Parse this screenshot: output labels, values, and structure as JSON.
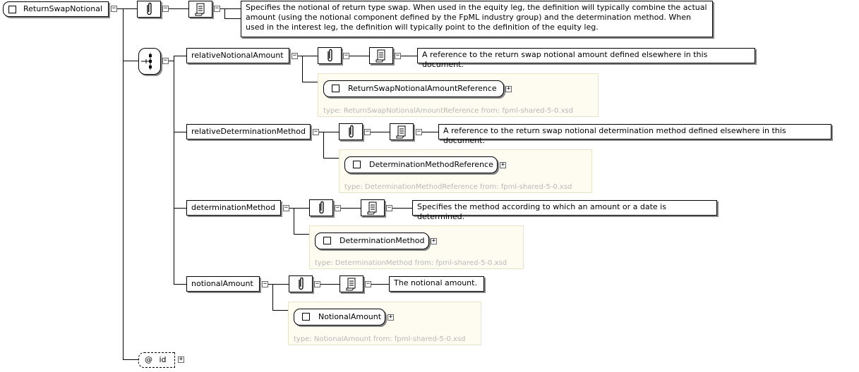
{
  "root": {
    "name": "ReturnSwapNotional",
    "description": "Specifies the notional of return type swap. When used in the equity leg, the definition will typically combine the actual amount (using the notional component defined by the FpML industry group) and the determination method. When used in the interest leg, the definition will typically point to the definition of the equity leg."
  },
  "children": [
    {
      "name": "relativeNotionalAmount",
      "description": "A reference to the return swap notional amount defined elsewhere in this document.",
      "type_name": "ReturnSwapNotionalAmountReference",
      "type_label": "type: ReturnSwapNotionalAmountReference from: fpml-shared-5-0.xsd"
    },
    {
      "name": "relativeDeterminationMethod",
      "description": "A reference to the return swap notional determination method defined elsewhere in this document.",
      "type_name": "DeterminationMethodReference",
      "type_label": "type: DeterminationMethodReference from: fpml-shared-5-0.xsd"
    },
    {
      "name": "determinationMethod",
      "description": "Specifies the method according to which an amount or a date is determined.",
      "type_name": "DeterminationMethod",
      "type_label": "type: DeterminationMethod from: fpml-shared-5-0.xsd"
    },
    {
      "name": "notionalAmount",
      "description": "The notional amount.",
      "type_name": "NotionalAmount",
      "type_label": "type: NotionalAmount from: fpml-shared-5-0.xsd"
    }
  ],
  "attribute": {
    "symbol": "@",
    "name": "id"
  },
  "icons": [
    "annotation-icon",
    "documentation-icon",
    "sequence-icon",
    "expand-icon",
    "collapse-icon"
  ]
}
